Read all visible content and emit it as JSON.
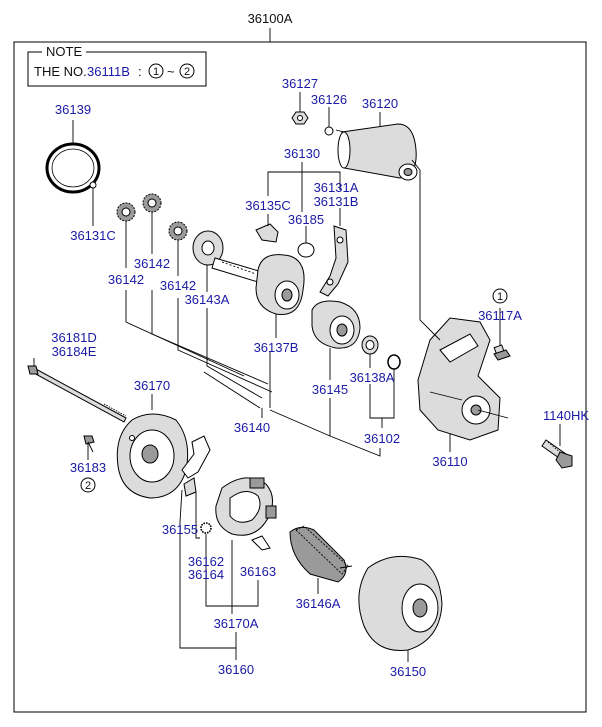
{
  "assembly": {
    "number": "36100A"
  },
  "note": {
    "title": "NOTE",
    "prefix": "THE NO.",
    "part": "36111B",
    "sep": ":",
    "c1": "1",
    "tilde": "~",
    "c2": "2"
  },
  "callouts": {
    "one": "1",
    "two": "2"
  },
  "parts": {
    "p36139": "36139",
    "p36131C": "36131C",
    "p36142a": "36142",
    "p36142b": "36142",
    "p36142c": "36142",
    "p36143A": "36143A",
    "p36127": "36127",
    "p36126": "36126",
    "p36120": "36120",
    "p36130": "36130",
    "p36131A": "36131A",
    "p36131B": "36131B",
    "p36135C": "36135C",
    "p36185": "36185",
    "p36117A": "36117A",
    "p36137B": "36137B",
    "p36138A": "36138A",
    "p36145": "36145",
    "p36102": "36102",
    "p36140": "36140",
    "p36110": "36110",
    "p1140HK": "1140HK",
    "p36181D": "36181D",
    "p36184E": "36184E",
    "p36170": "36170",
    "p36183": "36183",
    "p36155": "36155",
    "p36162": "36162",
    "p36164": "36164",
    "p36163": "36163",
    "p36170A": "36170A",
    "p36146A": "36146A",
    "p36160": "36160",
    "p36150": "36150"
  }
}
